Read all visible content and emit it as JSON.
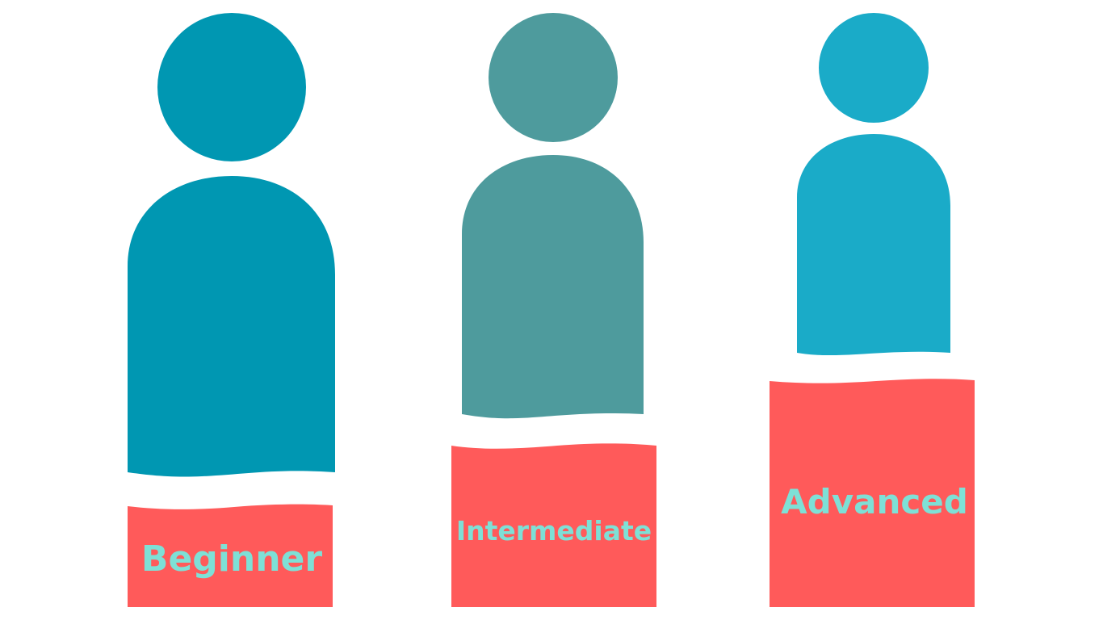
{
  "levels": [
    {
      "label": "Beginner",
      "figure_color": "#0097B2"
    },
    {
      "label": "Intermediate",
      "figure_color": "#4E9B9D"
    },
    {
      "label": "Advanced",
      "figure_color": "#1AABC8"
    }
  ],
  "colors": {
    "pedestal": "#FF5A5A",
    "label_text": "#7EE0D6",
    "background": "#FFFFFF"
  }
}
